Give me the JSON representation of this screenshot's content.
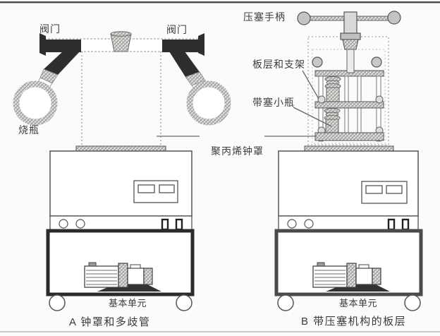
{
  "figure": {
    "panel_a": {
      "caption": "A 钟罩和多歧管",
      "labels": {
        "valve_left": "阀门",
        "valve_right": "阀门",
        "flask": "烧瓶",
        "base_unit": "基本单元"
      }
    },
    "panel_b": {
      "caption": "B 带压塞机构的板层",
      "labels": {
        "stoppering_handle": "压塞手柄",
        "shelves_and_support": "板层和支架",
        "stoppered_vials": "带塞小瓶",
        "base_unit": "基本单元"
      }
    },
    "shared": {
      "bell_jar": "聚丙烯钟罩"
    },
    "colors": {
      "ink": "#3c3c3c",
      "dark_fill": "#2e2e2e",
      "hatch_gray": "#8f8f8f",
      "dotted_gray": "#a8a8a8",
      "border_gray": "#555555",
      "paper": "#fbfbf9"
    }
  }
}
